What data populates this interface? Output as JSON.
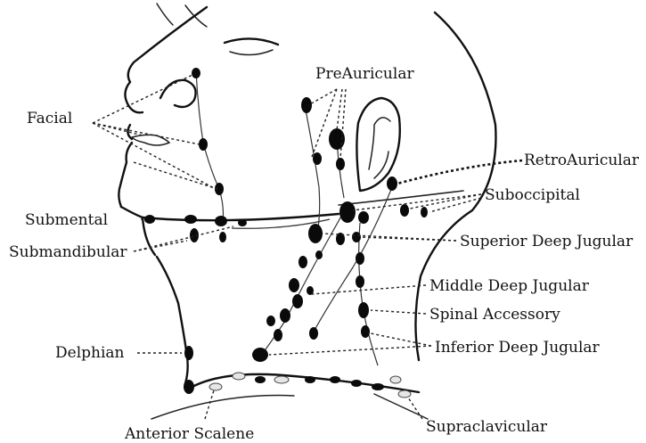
{
  "labels": {
    "facial": "Facial",
    "preauricular": "PreAuricular",
    "retroauricular": "RetroAuricular",
    "suboccipital": "Suboccipital",
    "submental": "Submental",
    "submandibular": "Submandibular",
    "superior_deep_jugular": "Superior Deep Jugular",
    "middle_deep_jugular": "Middle Deep Jugular",
    "spinal_accessory": "Spinal Accessory",
    "inferior_deep_jugular": "Inferior Deep Jugular",
    "delphian": "Delphian",
    "anterior_scalene": "Anterior Scalene",
    "supraclavicular": "Supraclavicular"
  }
}
